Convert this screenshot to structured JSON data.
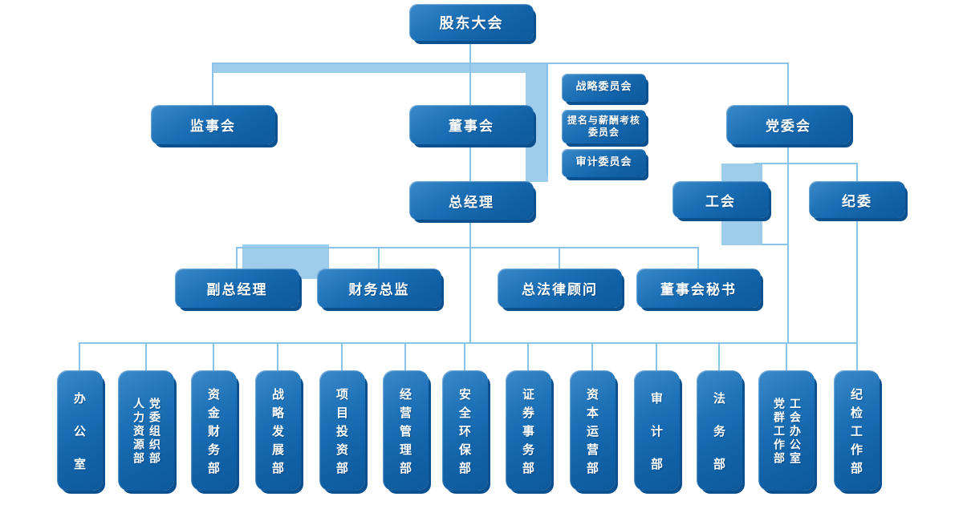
{
  "palette": {
    "line_thin": "#8ac4e8",
    "band_thick": "#9ecdeb",
    "node_gradient_top": "#3b8aca",
    "node_gradient_bottom": "#0e599c",
    "node_shadow": "#0b5190",
    "text": "#ffffff"
  },
  "org": {
    "shareholders": "股东大会",
    "supervisory": "监事会",
    "board": "董事会",
    "party": "党委会",
    "committees": [
      {
        "label": "战略委员会"
      },
      {
        "label": "提名与薪酬考核委员会",
        "lines": [
          "提名与薪酬考核",
          "委员会"
        ]
      },
      {
        "label": "审计委员会"
      }
    ],
    "general_manager": "总经理",
    "labor_union": "工会",
    "discipline": "纪委",
    "executives": [
      {
        "label": "副总经理"
      },
      {
        "label": "财务总监"
      },
      {
        "label": "总法律顾问"
      },
      {
        "label": "董事会秘书"
      }
    ],
    "departments": [
      {
        "label": "办公室",
        "columns": [
          "办公室"
        ]
      },
      {
        "label": "党委组织部 人力资源部",
        "columns": [
          "党委组织部",
          "人力资源部"
        ]
      },
      {
        "label": "资金财务部",
        "columns": [
          "资金财务部"
        ]
      },
      {
        "label": "战略发展部",
        "columns": [
          "战略发展部"
        ]
      },
      {
        "label": "项目投资部",
        "columns": [
          "项目投资部"
        ]
      },
      {
        "label": "经营管理部",
        "columns": [
          "经营管理部"
        ]
      },
      {
        "label": "安全环保部",
        "columns": [
          "安全环保部"
        ]
      },
      {
        "label": "证券事务部",
        "columns": [
          "证券事务部"
        ]
      },
      {
        "label": "资本运营部",
        "columns": [
          "资本运营部"
        ]
      },
      {
        "label": "审计部",
        "columns": [
          "审计部"
        ]
      },
      {
        "label": "法务部",
        "columns": [
          "法务部"
        ]
      },
      {
        "label": "工会办公室 党群工作部",
        "columns": [
          "工会办公室",
          "党群工作部"
        ]
      },
      {
        "label": "纪检工作部",
        "columns": [
          "纪检工作部"
        ]
      }
    ]
  }
}
